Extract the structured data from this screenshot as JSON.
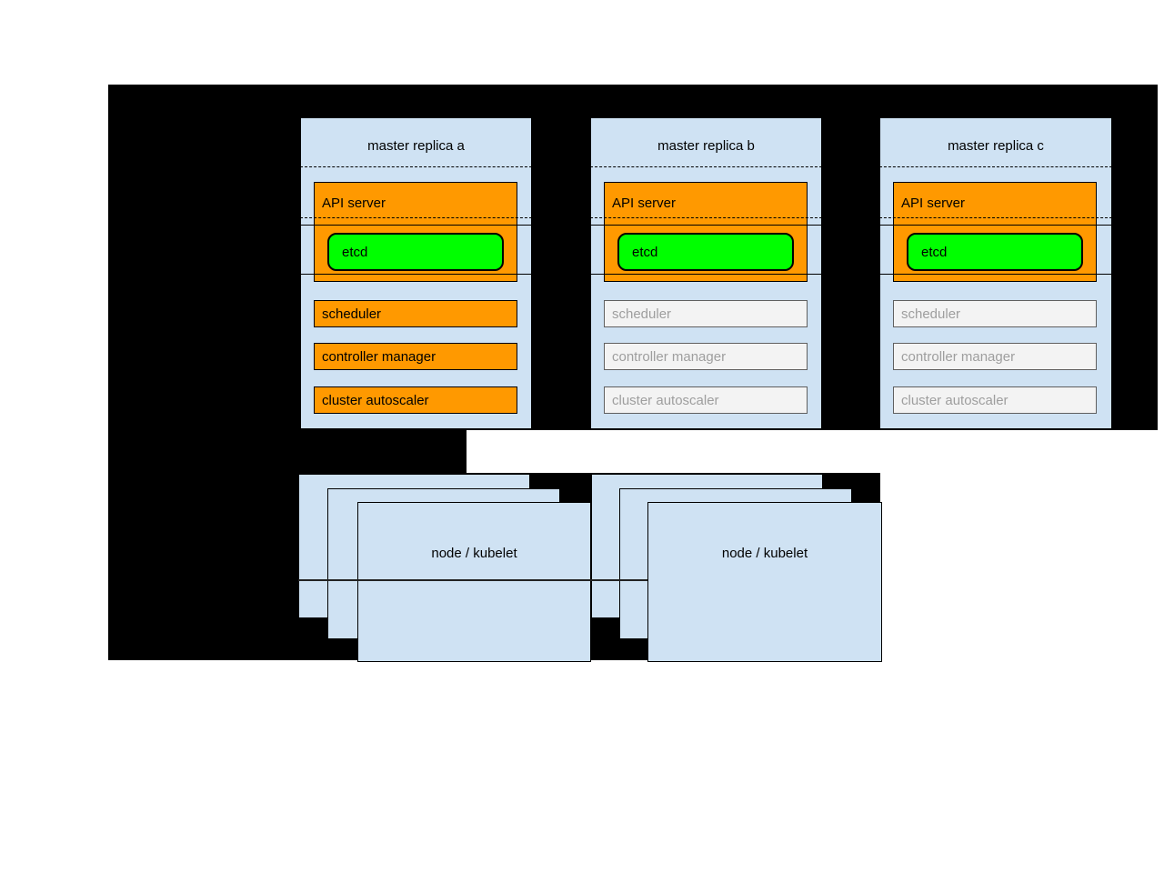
{
  "masters": [
    {
      "title": "master replica a",
      "state": "active",
      "api_server": "API server",
      "etcd": "etcd",
      "scheduler": "scheduler",
      "controller_manager": "controller manager",
      "cluster_autoscaler": "cluster autoscaler"
    },
    {
      "title": "master replica b",
      "state": "standby",
      "api_server": "API server",
      "etcd": "etcd",
      "scheduler": "scheduler",
      "controller_manager": "controller manager",
      "cluster_autoscaler": "cluster autoscaler"
    },
    {
      "title": "master replica c",
      "state": "standby",
      "api_server": "API server",
      "etcd": "etcd",
      "scheduler": "scheduler",
      "controller_manager": "controller manager",
      "cluster_autoscaler": "cluster autoscaler"
    }
  ],
  "nodes": [
    {
      "label": "node / kubelet"
    },
    {
      "label": "node / kubelet"
    }
  ],
  "colors": {
    "background": "#000000",
    "panel": "#cfe2f3",
    "active": "#ff9900",
    "etcd": "#00ff00",
    "inactive_fill": "#f3f3f3",
    "inactive_text": "#9e9e9e"
  }
}
